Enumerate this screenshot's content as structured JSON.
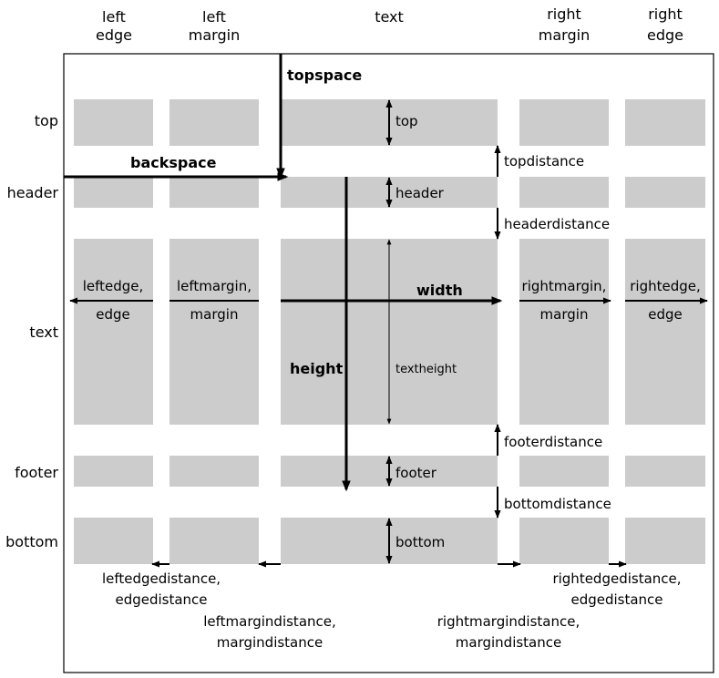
{
  "columns": {
    "left_edge": [
      "left",
      "edge"
    ],
    "left_margin": [
      "left",
      "margin"
    ],
    "text": [
      "text"
    ],
    "right_margin": [
      "right",
      "margin"
    ],
    "right_edge": [
      "right",
      "edge"
    ]
  },
  "rows": {
    "top": "top",
    "header": "header",
    "text": "text",
    "footer": "footer",
    "bottom": "bottom"
  },
  "labels": {
    "topspace": "topspace",
    "backspace": "backspace",
    "width": "width",
    "height": "height",
    "top": "top",
    "header": "header",
    "textheight": "textheight",
    "footer": "footer",
    "bottom": "bottom",
    "topdistance": "topdistance",
    "headerdistance": "headerdistance",
    "footerdistance": "footerdistance",
    "bottomdistance": "bottomdistance",
    "leftedge": [
      "leftedge,",
      "edge"
    ],
    "leftmargin": [
      "leftmargin,",
      "margin"
    ],
    "rightmargin": [
      "rightmargin,",
      "margin"
    ],
    "rightedge": [
      "rightedge,",
      "edge"
    ],
    "leftedgedistance": [
      "leftedgedistance,",
      "edgedistance"
    ],
    "leftmargindistance": [
      "leftmargindistance,",
      "margindistance"
    ],
    "rightmargindistance": [
      "rightmargindistance,",
      "margindistance"
    ],
    "rightedgedistance": [
      "rightedgedistance,",
      "edgedistance"
    ]
  },
  "colors": {
    "block": "#cccccc",
    "line": "#000000",
    "background": "#ffffff"
  }
}
